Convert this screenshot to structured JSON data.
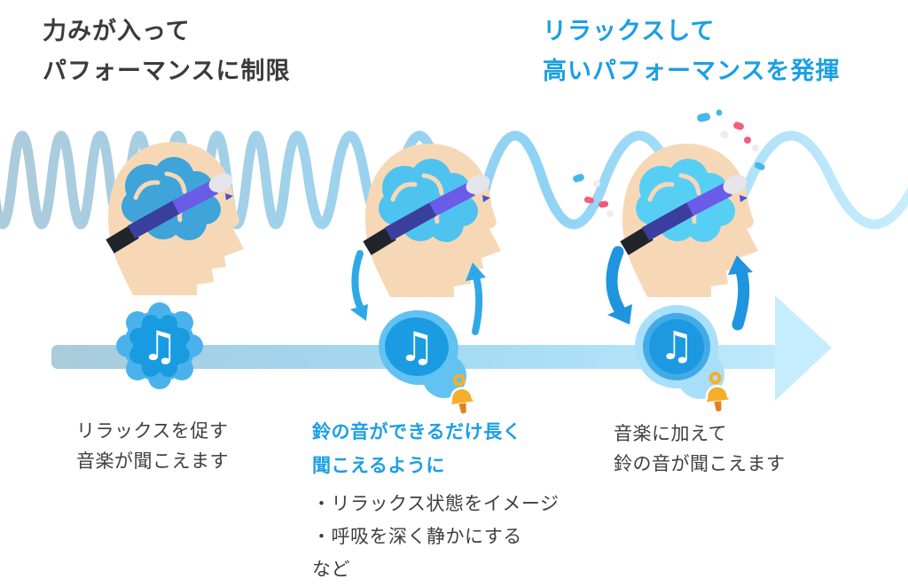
{
  "titles": {
    "left": {
      "line1": "力みが入って",
      "line2": "パフォーマンスに制限"
    },
    "right": {
      "line1": "リラックスして",
      "line2": "高いパフォーマンスを発揮"
    }
  },
  "stages": [
    {
      "lines": [
        "リラックスを促す",
        "音楽が聞こえます"
      ]
    },
    {
      "heading": [
        "鈴の音ができるだけ長く",
        "聞こえるように"
      ],
      "bullets": [
        "・リラックス状態をイメージ",
        "・呼吸を深く静かにする",
        "など"
      ]
    },
    {
      "lines": [
        "音楽に加えて",
        "鈴の音が聞こえます"
      ]
    }
  ],
  "icons": {
    "music_note_glyph": "♫"
  },
  "colors": {
    "accent_blue": "#1B9FE3",
    "dark_text": "#3B3B3B",
    "wave_left": "#ADCBDC",
    "wave_mid": "#8FD3F4",
    "wave_right": "#C8EDFD",
    "timeline_start": "#AACBDB",
    "timeline_end": "#C3EBFC",
    "badge_outer_blue": "#4AB2EB",
    "badge_inner_blue": "#189BE1",
    "badge_pale_blue": "#A8DFFA",
    "bell_gold": "#F5AF2B",
    "bell_clapper": "#E2801F",
    "skin": "#F7D8B6",
    "brain_stage1": "#3EA4DA",
    "brain_stage2": "#4FC3EF",
    "brain_stage3": "#57CFF5",
    "headband_navy": "#3A3F9D",
    "headband_violet": "#6A5BE8",
    "headband_black": "#22242B",
    "sensor_white": "#E4E4EB",
    "arrow_blue": "#2FA8E8",
    "arrow_blue_bold": "#1E95DE",
    "confetti_pink": "#F0607E",
    "confetti_blue": "#49B6EA",
    "confetti_white": "#EFECEA"
  }
}
